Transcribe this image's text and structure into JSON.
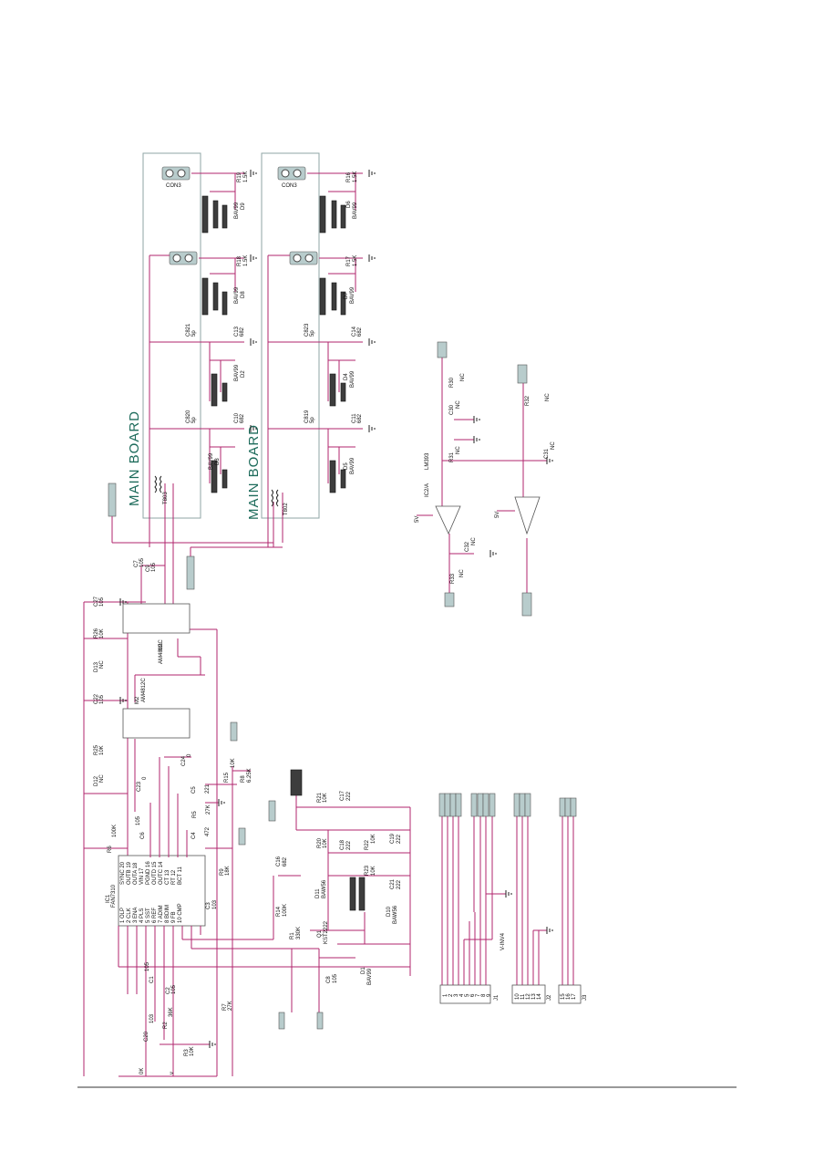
{
  "board_title_1": "MAIN BOARD",
  "board_title_2": "MAIN BOARD",
  "conn_label_1": "CON3",
  "conn_label_2": "CON3",
  "column1": {
    "r19": "R19",
    "r19v": "1.5K",
    "d9": "D9",
    "d9t": "BAV99",
    "r18": "R18",
    "r18v": "1.5K",
    "d8": "D8",
    "d8t": "BAV99",
    "c821": "C821",
    "c821v": "5p",
    "c13": "C13",
    "c13v": "682",
    "d2": "D2",
    "d2t": "BAV99",
    "c820": "C820",
    "c820v": "5p",
    "c10": "C10",
    "c10v": "682",
    "d3": "D3",
    "d3t": "BAV99",
    "t803": "T803"
  },
  "column2": {
    "r16": "R16",
    "r16v": "1.5K",
    "d6": "D6",
    "d6t": "BAV99",
    "r17": "R17",
    "r17v": "1.5K",
    "d7": "D7",
    "d7t": "BAV99",
    "c823": "C823",
    "c823v": "5p",
    "c14": "C14",
    "c14v": "682",
    "d4": "D4",
    "d4t": "BAV99",
    "c819": "C819",
    "c819v": "5p",
    "c11": "C11",
    "c11v": "682",
    "d5": "D5",
    "d5t": "BAV99",
    "t802": "T802"
  },
  "comparator": {
    "ic": "IC2/A",
    "part": "LM393",
    "r30": "R30",
    "r30v": "NC",
    "c30": "C30",
    "c30v": "NC",
    "r31": "R31",
    "r31v": "NC",
    "r32": "R32",
    "r32v": "NC",
    "c31": "C31",
    "c31v": "NC",
    "r33": "R33",
    "r33v": "NC",
    "c32": "C32",
    "c32v": "NC",
    "vcc1": "5V",
    "vcc2": "5V"
  },
  "bridge": {
    "m1": "M1",
    "m1p": "AM4812C",
    "m2": "M2",
    "m2p": "AM4812C",
    "c27": "C27",
    "c27v": "105",
    "c7": "C7",
    "c7v": "105",
    "c9": "C9",
    "c9v": "105",
    "r26": "R26",
    "r26v": "10K",
    "d13": "D13",
    "d13v": "NC",
    "c22": "C22",
    "c22v": "105",
    "r25": "R25",
    "r25v": "10K",
    "d12": "D12",
    "d12v": "NC",
    "c23": "C23",
    "c23v": "0",
    "c24": "C24",
    "c24v": "0"
  },
  "controller": {
    "ic1": "IC1",
    "ic1p": "FAN7310",
    "pins_left": [
      "1 OLP",
      "2 CLK",
      "3 ENA",
      "4 PLS",
      "5 SST",
      "6 REF",
      "7 ADIM",
      "8 BDIM",
      "9 FB",
      "10 CMP"
    ],
    "pins_right": [
      "SYNC 20",
      "OUTB 19",
      "OUTA 18",
      "VIN 17",
      "PGND 16",
      "OUTD 15",
      "OUTC 14",
      "CT 13",
      "RT 12",
      "BCT 11"
    ],
    "r6": "R6",
    "r6v": "100K",
    "c6": "C6",
    "c6v": "105",
    "c5": "C5",
    "c5v": "221",
    "r5": "R5",
    "r5v": "27K",
    "c4": "C4",
    "c4v": "472",
    "r9": "R9",
    "r9v": "18K",
    "c3": "C3",
    "c3v": "103",
    "r15": "R15",
    "r15v": "10K",
    "r8": "R8",
    "r8v": "6.25K",
    "c16": "C16",
    "c16v": "682",
    "r14": "R14",
    "r14v": "100K",
    "r1": "R1",
    "r1v": "330K",
    "q1": "Q1",
    "q1p": "KST2222",
    "d11": "D11",
    "d11t": "BAW56",
    "d10": "D10",
    "d10t": "BAW56",
    "d1": "D1",
    "d1t": "BAV99",
    "c8": "C8",
    "c8v": "105",
    "c1": "C1",
    "c1v": "105",
    "c2": "C2",
    "c2v": "105",
    "c20": "C20",
    "c20v": "103",
    "r2": "R2",
    "r2v": "36K",
    "r3": "R3",
    "r3v": "10K",
    "r7": "R7",
    "r7v": "27K",
    "r21": "R21",
    "r21v": "10K",
    "c17": "C17",
    "c17v": "222",
    "r20": "R20",
    "r20v": "10K",
    "c18": "C18",
    "c18v": "222",
    "r22": "R22",
    "r22v": "10K",
    "c19": "C19",
    "c19v": "222",
    "r23": "R23",
    "r23v": "10K",
    "c21": "C21",
    "c21v": "222"
  },
  "connectors": {
    "j1": "J1",
    "j1pins": [
      "1",
      "2",
      "3",
      "4",
      "5",
      "6",
      "7",
      "8",
      "9"
    ],
    "j2": "J2",
    "j2pins": [
      "10",
      "11",
      "12",
      "13",
      "14"
    ],
    "j3": "J3",
    "j3pins": [
      "15",
      "16",
      "17"
    ],
    "vinv": "V-INV4"
  },
  "edge": {
    "left_bottom1": "0K",
    "left_bottom2": "v"
  }
}
